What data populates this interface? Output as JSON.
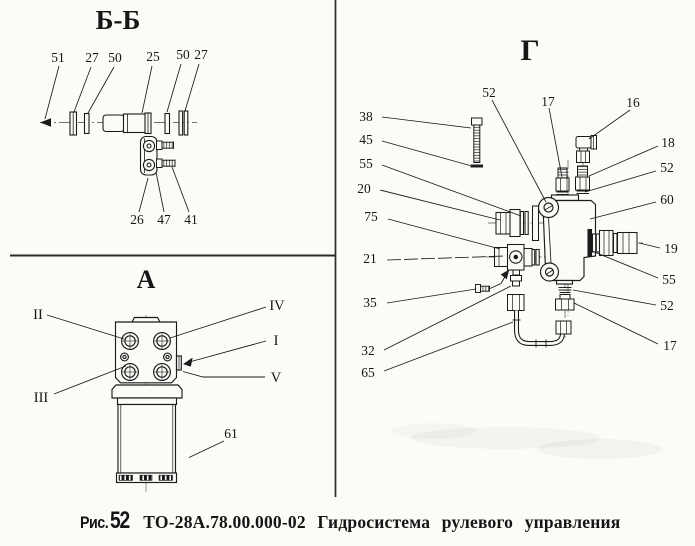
{
  "figure": {
    "fig_prefix": "Рис.",
    "fig_number": "52",
    "title": "ТО-28А.78.00.000-02  Гидросистема  рулевого  управления"
  },
  "panels": {
    "bb": {
      "title": "Б-Б",
      "labels": [
        "51",
        "27",
        "50",
        "25",
        "50",
        "27",
        "26",
        "47",
        "41"
      ]
    },
    "a": {
      "title": "А",
      "labels": [
        "II",
        "IV",
        "I",
        "V",
        "III",
        "61"
      ]
    },
    "g": {
      "title": "Г",
      "labels": [
        "52",
        "17",
        "16",
        "38",
        "45",
        "55",
        "20",
        "75",
        "21",
        "35",
        "32",
        "65",
        "18",
        "52",
        "60",
        "19",
        "55",
        "52",
        "17"
      ]
    }
  },
  "colors": {
    "ink": "#1b1b1b",
    "paper": "#fbfbf8"
  }
}
